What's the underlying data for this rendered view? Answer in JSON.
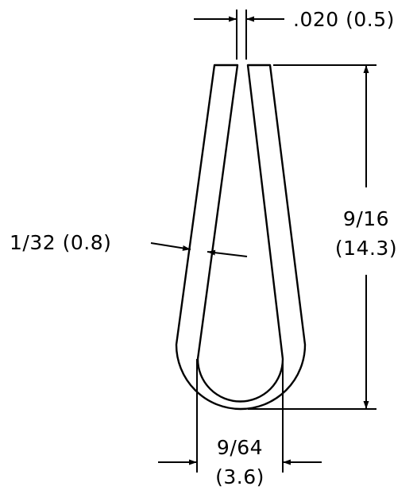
{
  "dimensions": {
    "gap": {
      "label": ".020 (0.5)"
    },
    "wall_thickness": {
      "label": "1/32 (0.8)"
    },
    "height": {
      "fraction": "9/16",
      "metric": "(14.3)"
    },
    "width": {
      "fraction": "9/64",
      "metric": "(3.6)"
    }
  },
  "colors": {
    "line": "#000000",
    "background": "#ffffff"
  }
}
